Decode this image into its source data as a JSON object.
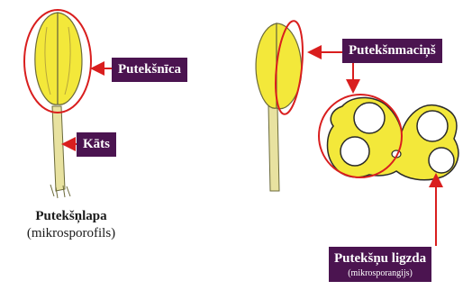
{
  "colors": {
    "label_bg": "#4b1450",
    "outline_red": "#d91e1e",
    "anther_yellow": "#f3e83a",
    "filament_yellow": "#e8e2a0"
  },
  "labels": {
    "anther": "Putekšnīca",
    "filament": "Kāts",
    "pollen_sac": "Putekšnmaciņš",
    "locule_title": "Putekšņu ligzda",
    "locule_subtitle": "(mikrosporangijs)"
  },
  "caption": {
    "title": "Putekšņlapa",
    "subtitle": "(mikrosporofils)"
  }
}
